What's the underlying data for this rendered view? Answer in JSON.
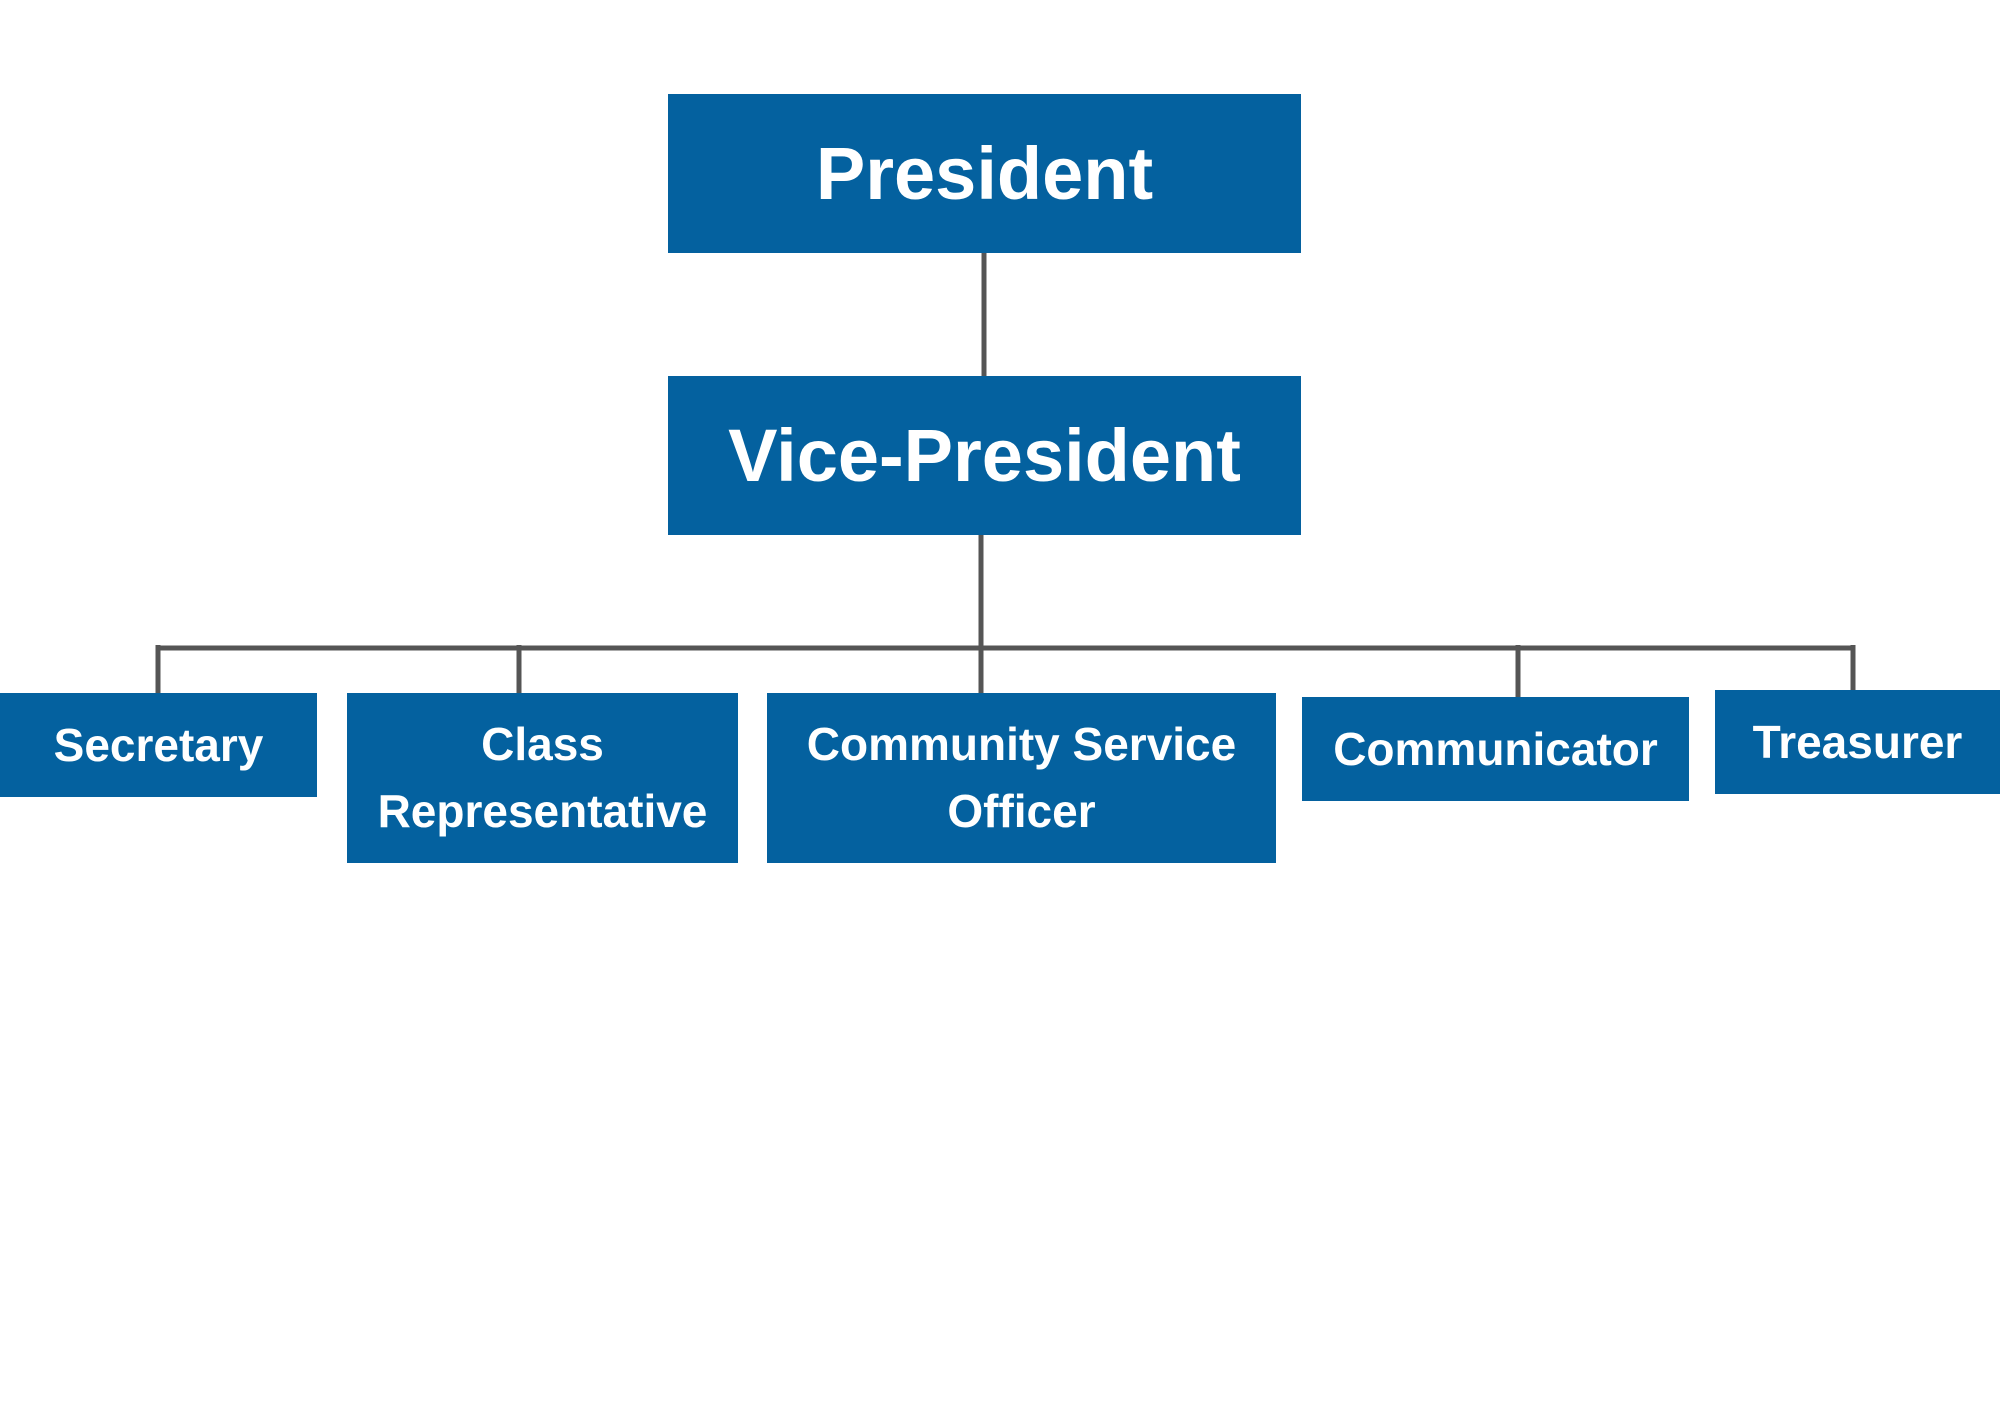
{
  "org_chart": {
    "president": {
      "label": "President"
    },
    "vice_president": {
      "label": "Vice-President"
    },
    "reports": [
      {
        "id": "secretary",
        "label": "Secretary"
      },
      {
        "id": "class-representative",
        "label": "Class\nRepresentative"
      },
      {
        "id": "community-service-officer",
        "label": "Community Service\nOfficer"
      },
      {
        "id": "communicator",
        "label": "Communicator"
      },
      {
        "id": "treasurer",
        "label": "Treasurer"
      }
    ]
  },
  "colors": {
    "box_fill": "#04619f",
    "box_text": "#ffffff",
    "connector": "#555555",
    "background": "#ffffff"
  }
}
